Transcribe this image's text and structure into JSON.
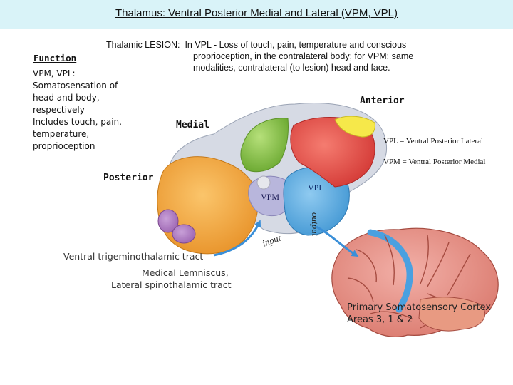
{
  "title": "Thalamus:  Ventral Posterior Medial and Lateral (VPM, VPL)",
  "lesion": {
    "line1": "Thalamic LESION:  In VPL - Loss of touch, pain, temperature and conscious",
    "line2": "proprioception, in the contralateral body; for VPM: same",
    "line3": "modalities, contralateral (to lesion) head and face."
  },
  "function": {
    "heading": "Function",
    "text": "VPM, VPL:\nSomatosensation of\nhead and body,\nrespectively\nIncludes touch, pain,\ntemperature,\nproprioception"
  },
  "directions": {
    "anterior": "Anterior",
    "medial": "Medial",
    "posterior": "Posterior"
  },
  "legend": {
    "vpl": "VPL = Ventral Posterior Lateral",
    "vpm": "VPM = Ventral Posterior Medial"
  },
  "nucleus_labels": {
    "vpl": "VPL",
    "vpm": "VPM"
  },
  "arrows": {
    "input": "input",
    "output": "output"
  },
  "tracts": {
    "trigeminal": "Ventral trigeminothalamic tract",
    "lemniscus_line1": "Medical Lemniscus,",
    "lemniscus_line2": "Lateral spinothalamic tract"
  },
  "cortex": "Primary Somatosensory Cortex\nAreas 3, 1 & 2",
  "colors": {
    "title_bar": "#d9f3f8",
    "vpl": "#5aaee0",
    "vpm": "#b8b6dc",
    "pulvinar": "#f2a93c",
    "red_nucleus": "#e34a47",
    "green_nucleus": "#8cc63f",
    "yellow_nucleus": "#f6e84a",
    "arrow": "#3a8fd8"
  }
}
